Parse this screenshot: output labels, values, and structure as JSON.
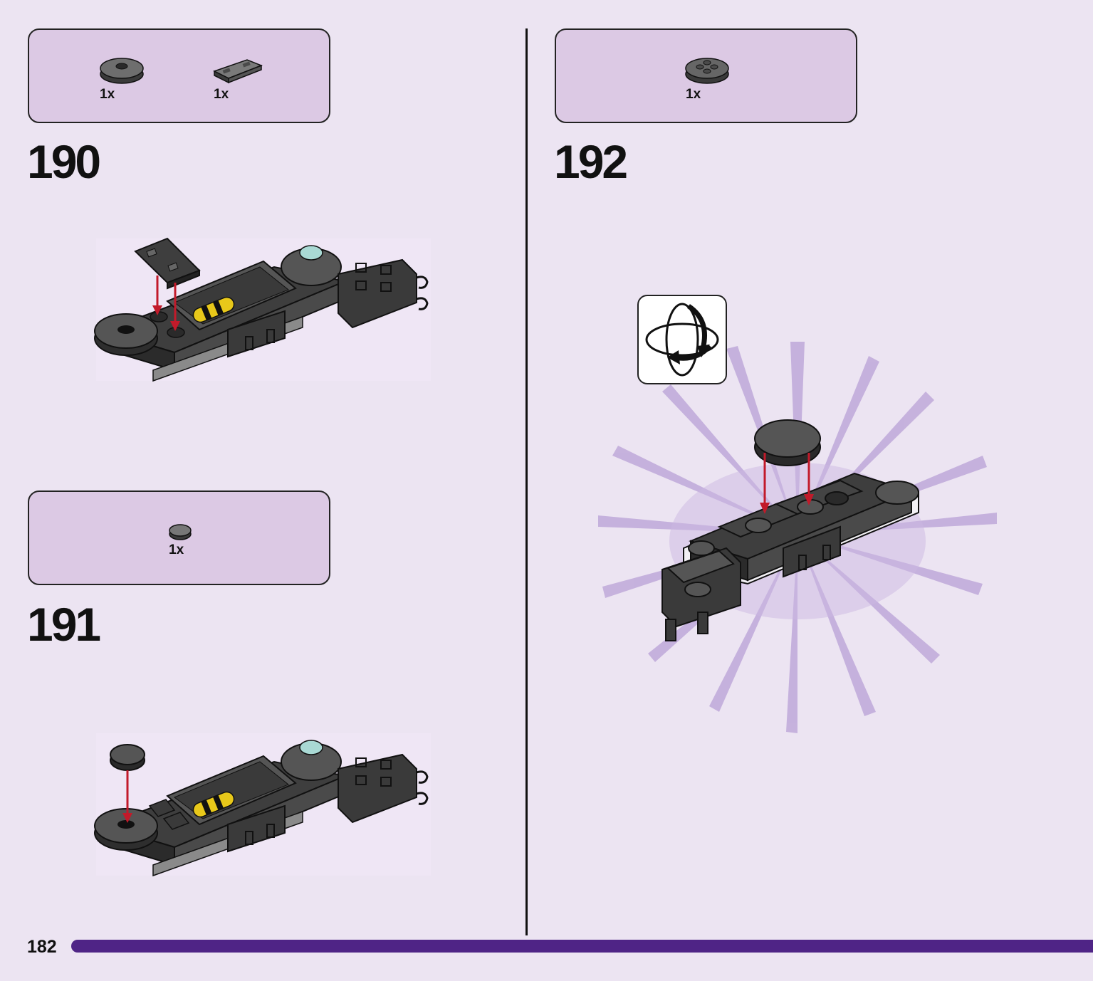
{
  "page": {
    "number": "182",
    "accent_color": "#4f2486",
    "background_color": "#ece4f2",
    "parts_box_color": "#dcc9e4"
  },
  "steps": [
    {
      "number": "190",
      "parts": [
        {
          "icon": "round-tile-2x2-dark-gray-icon",
          "qty": "1x"
        },
        {
          "icon": "tile-1x2-dark-gray-icon",
          "qty": "1x"
        }
      ]
    },
    {
      "number": "191",
      "parts": [
        {
          "icon": "round-tile-1x1-dark-gray-icon",
          "qty": "1x"
        }
      ]
    },
    {
      "number": "192",
      "parts": [
        {
          "icon": "round-plate-2x2-dark-gray-icon",
          "qty": "1x"
        }
      ],
      "has_rotate_indicator": true
    }
  ]
}
